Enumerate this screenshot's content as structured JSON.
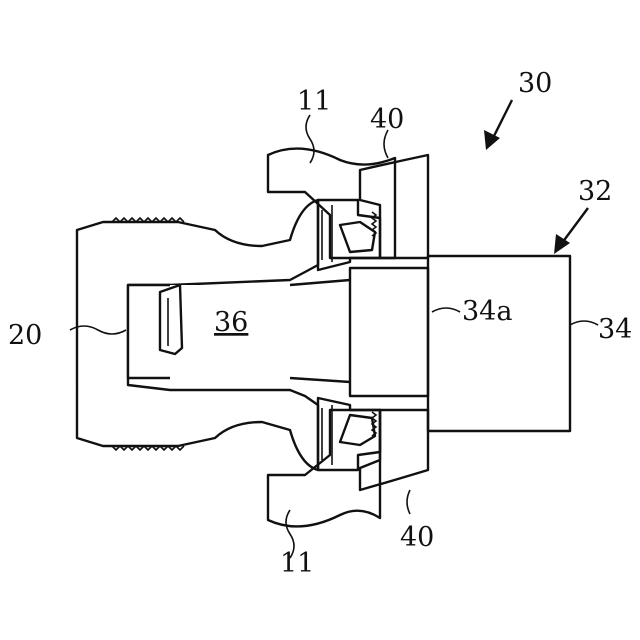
{
  "figure": {
    "labels": {
      "assembly": "30",
      "housing_top": "11",
      "housing_bottom": "11",
      "seal_top": "40",
      "seal_bottom": "40",
      "fitting": "20",
      "sensor_head": "32",
      "sensor_body": "34",
      "sensor_face": "34a",
      "bore": "36"
    }
  }
}
